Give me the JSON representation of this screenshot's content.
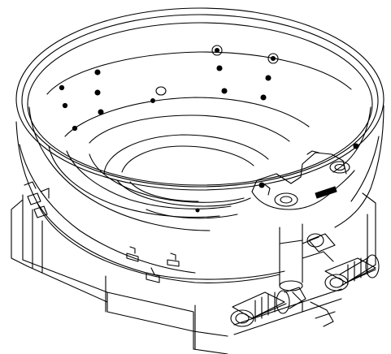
{
  "drawing": {
    "subject": "round-hot-tub-technical-line-drawing",
    "stroke_color": "#000000",
    "background_color": "#ffffff",
    "style": "black-and-white isometric line art",
    "visible_components": [
      "tub-shell",
      "tub-rim",
      "seating-steps",
      "floor-drain",
      "rim-jets",
      "wall-jets",
      "skimmer",
      "control-panel",
      "support-frame",
      "pump-motor-left",
      "pump-motor-right",
      "filter-canister",
      "plumbing-valves"
    ]
  }
}
